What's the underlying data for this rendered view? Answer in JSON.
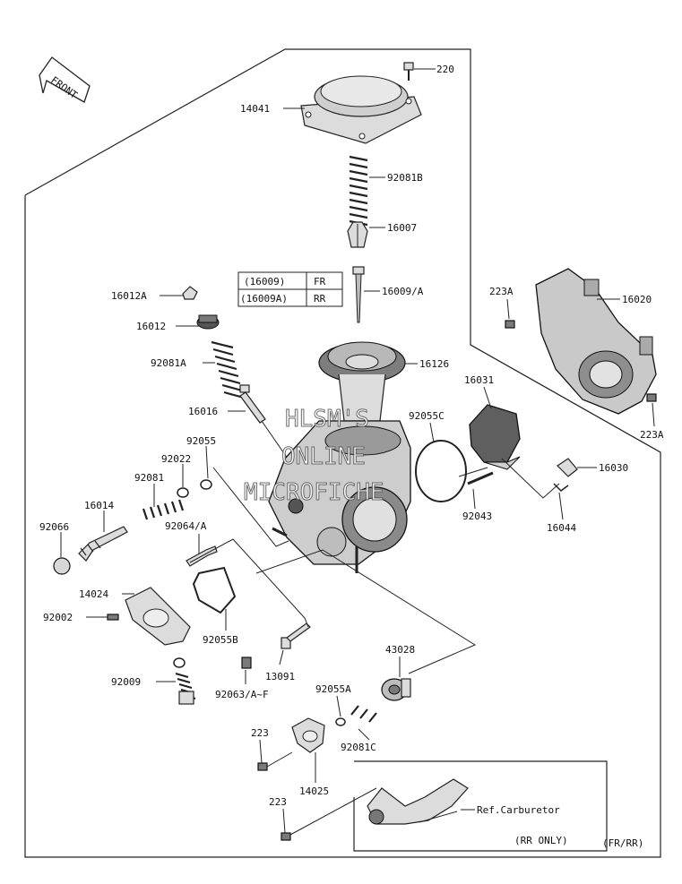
{
  "front_badge": "FRONT",
  "labels": {
    "p220": "220",
    "p14041": "14041",
    "p92081b": "92081B",
    "p16007": "16007",
    "p16009a": "16009/A",
    "p16012a": "16012A",
    "p16012": "16012",
    "p92081a": "92081A",
    "p16126": "16126",
    "p16016": "16016",
    "p92055c": "92055C",
    "p92055": "92055",
    "p92022": "92022",
    "p92081": "92081",
    "p16014": "16014",
    "p92066": "92066",
    "p92064a": "92064/A",
    "p14024": "14024",
    "p92002": "92002",
    "p92055b": "92055B",
    "p13091": "13091",
    "p92009": "92009",
    "p92063af": "92063/A~F",
    "p43028": "43028",
    "p92055a": "92055A",
    "p92081c": "92081C",
    "p223_top": "223",
    "p14025": "14025",
    "p223_bot": "223",
    "p223a_top": "223A",
    "p16020": "16020",
    "p223a_bot": "223A",
    "p16031": "16031",
    "p16030": "16030",
    "p92043": "92043",
    "p16044": "16044",
    "ref_carburetor": "Ref.Carburetor",
    "rr_only": "(RR ONLY)",
    "footer_model": "(FR/RR)"
  },
  "variant_table": [
    {
      "part": "(16009)",
      "model": "FR"
    },
    {
      "part": "(16009A)",
      "model": "RR"
    }
  ],
  "watermark": [
    "HLSM'S",
    "ONLINE",
    "MICROFICHE"
  ]
}
